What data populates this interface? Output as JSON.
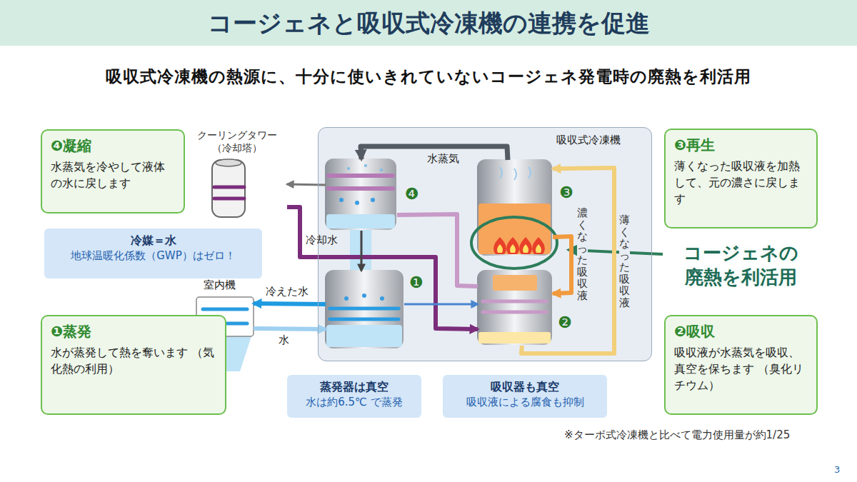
{
  "diagram": {
    "title": "コージェネと吸収式冷凍機の連携を促進",
    "nodes": [
      {
        "text": [
          "❹凝縮",
          "水蒸気を冷やして液体の水に戻します"
        ]
      },
      {
        "text": [
          "クーリングタワー （冷却塔）"
        ]
      },
      {
        "text": [
          "吸収式冷凍機"
        ]
      },
      {
        "text": [
          "❹"
        ],
        "in": 2
      },
      {
        "text": [
          "❸"
        ],
        "in": 2
      },
      {
        "text": [
          "❶"
        ],
        "in": 2
      },
      {
        "text": [
          "❷"
        ],
        "in": 2
      },
      {
        "text": [
          "❸再生",
          "薄くなった吸収液を加熱して、元の濃さに戻します"
        ]
      },
      {
        "text": [
          "冷媒＝水",
          "地球温暖化係数（GWP）はゼロ！"
        ]
      },
      {
        "text": [
          "室内機"
        ]
      },
      {
        "text": [
          "❶蒸発",
          "水が蒸発して熱を奪います （気化熱の利用）"
        ]
      },
      {
        "text": [
          "蒸発器は真空",
          "水は約6.5℃ で蒸発"
        ]
      },
      {
        "text": [
          "吸収器も真空",
          "吸収液による腐食も抑制"
        ]
      },
      {
        "text": [
          "❷吸収",
          "吸収液が水蒸気を吸収、真空を保ちます （臭化リチウム）"
        ]
      }
    ],
    "edges": [
      {
        "from": 4,
        "to": 3,
        "arrow": "to",
        "label": "水蒸気"
      },
      {
        "from": 3,
        "to": 1,
        "arrow": "to"
      },
      {
        "from": 1,
        "to": 6,
        "arrow": "to",
        "label": "冷却水"
      },
      {
        "from": 6,
        "to": 3,
        "arrow": "none"
      },
      {
        "from": 3,
        "to": 5,
        "arrow": "to"
      },
      {
        "from": 5,
        "to": 9,
        "arrow": "to",
        "label": "冷えた水"
      },
      {
        "from": 9,
        "to": 5,
        "arrow": "to",
        "label": "水"
      },
      {
        "from": 5,
        "to": 6,
        "arrow": "to"
      },
      {
        "from": 6,
        "to": 4,
        "arrow": "to",
        "label": "薄くなった吸収液"
      },
      {
        "from": 4,
        "to": 6,
        "arrow": "to",
        "label": "濃くなった吸収液"
      }
    ],
    "labels": [
      "吸収式冷凍機の熱源に、十分に使いきれていないコージェネ発電時の廃熱を利活用",
      "コージェネの廃熱を利活用",
      "※ターボ式冷凍機と比べて電力使用量が約1/25",
      "3"
    ]
  }
}
